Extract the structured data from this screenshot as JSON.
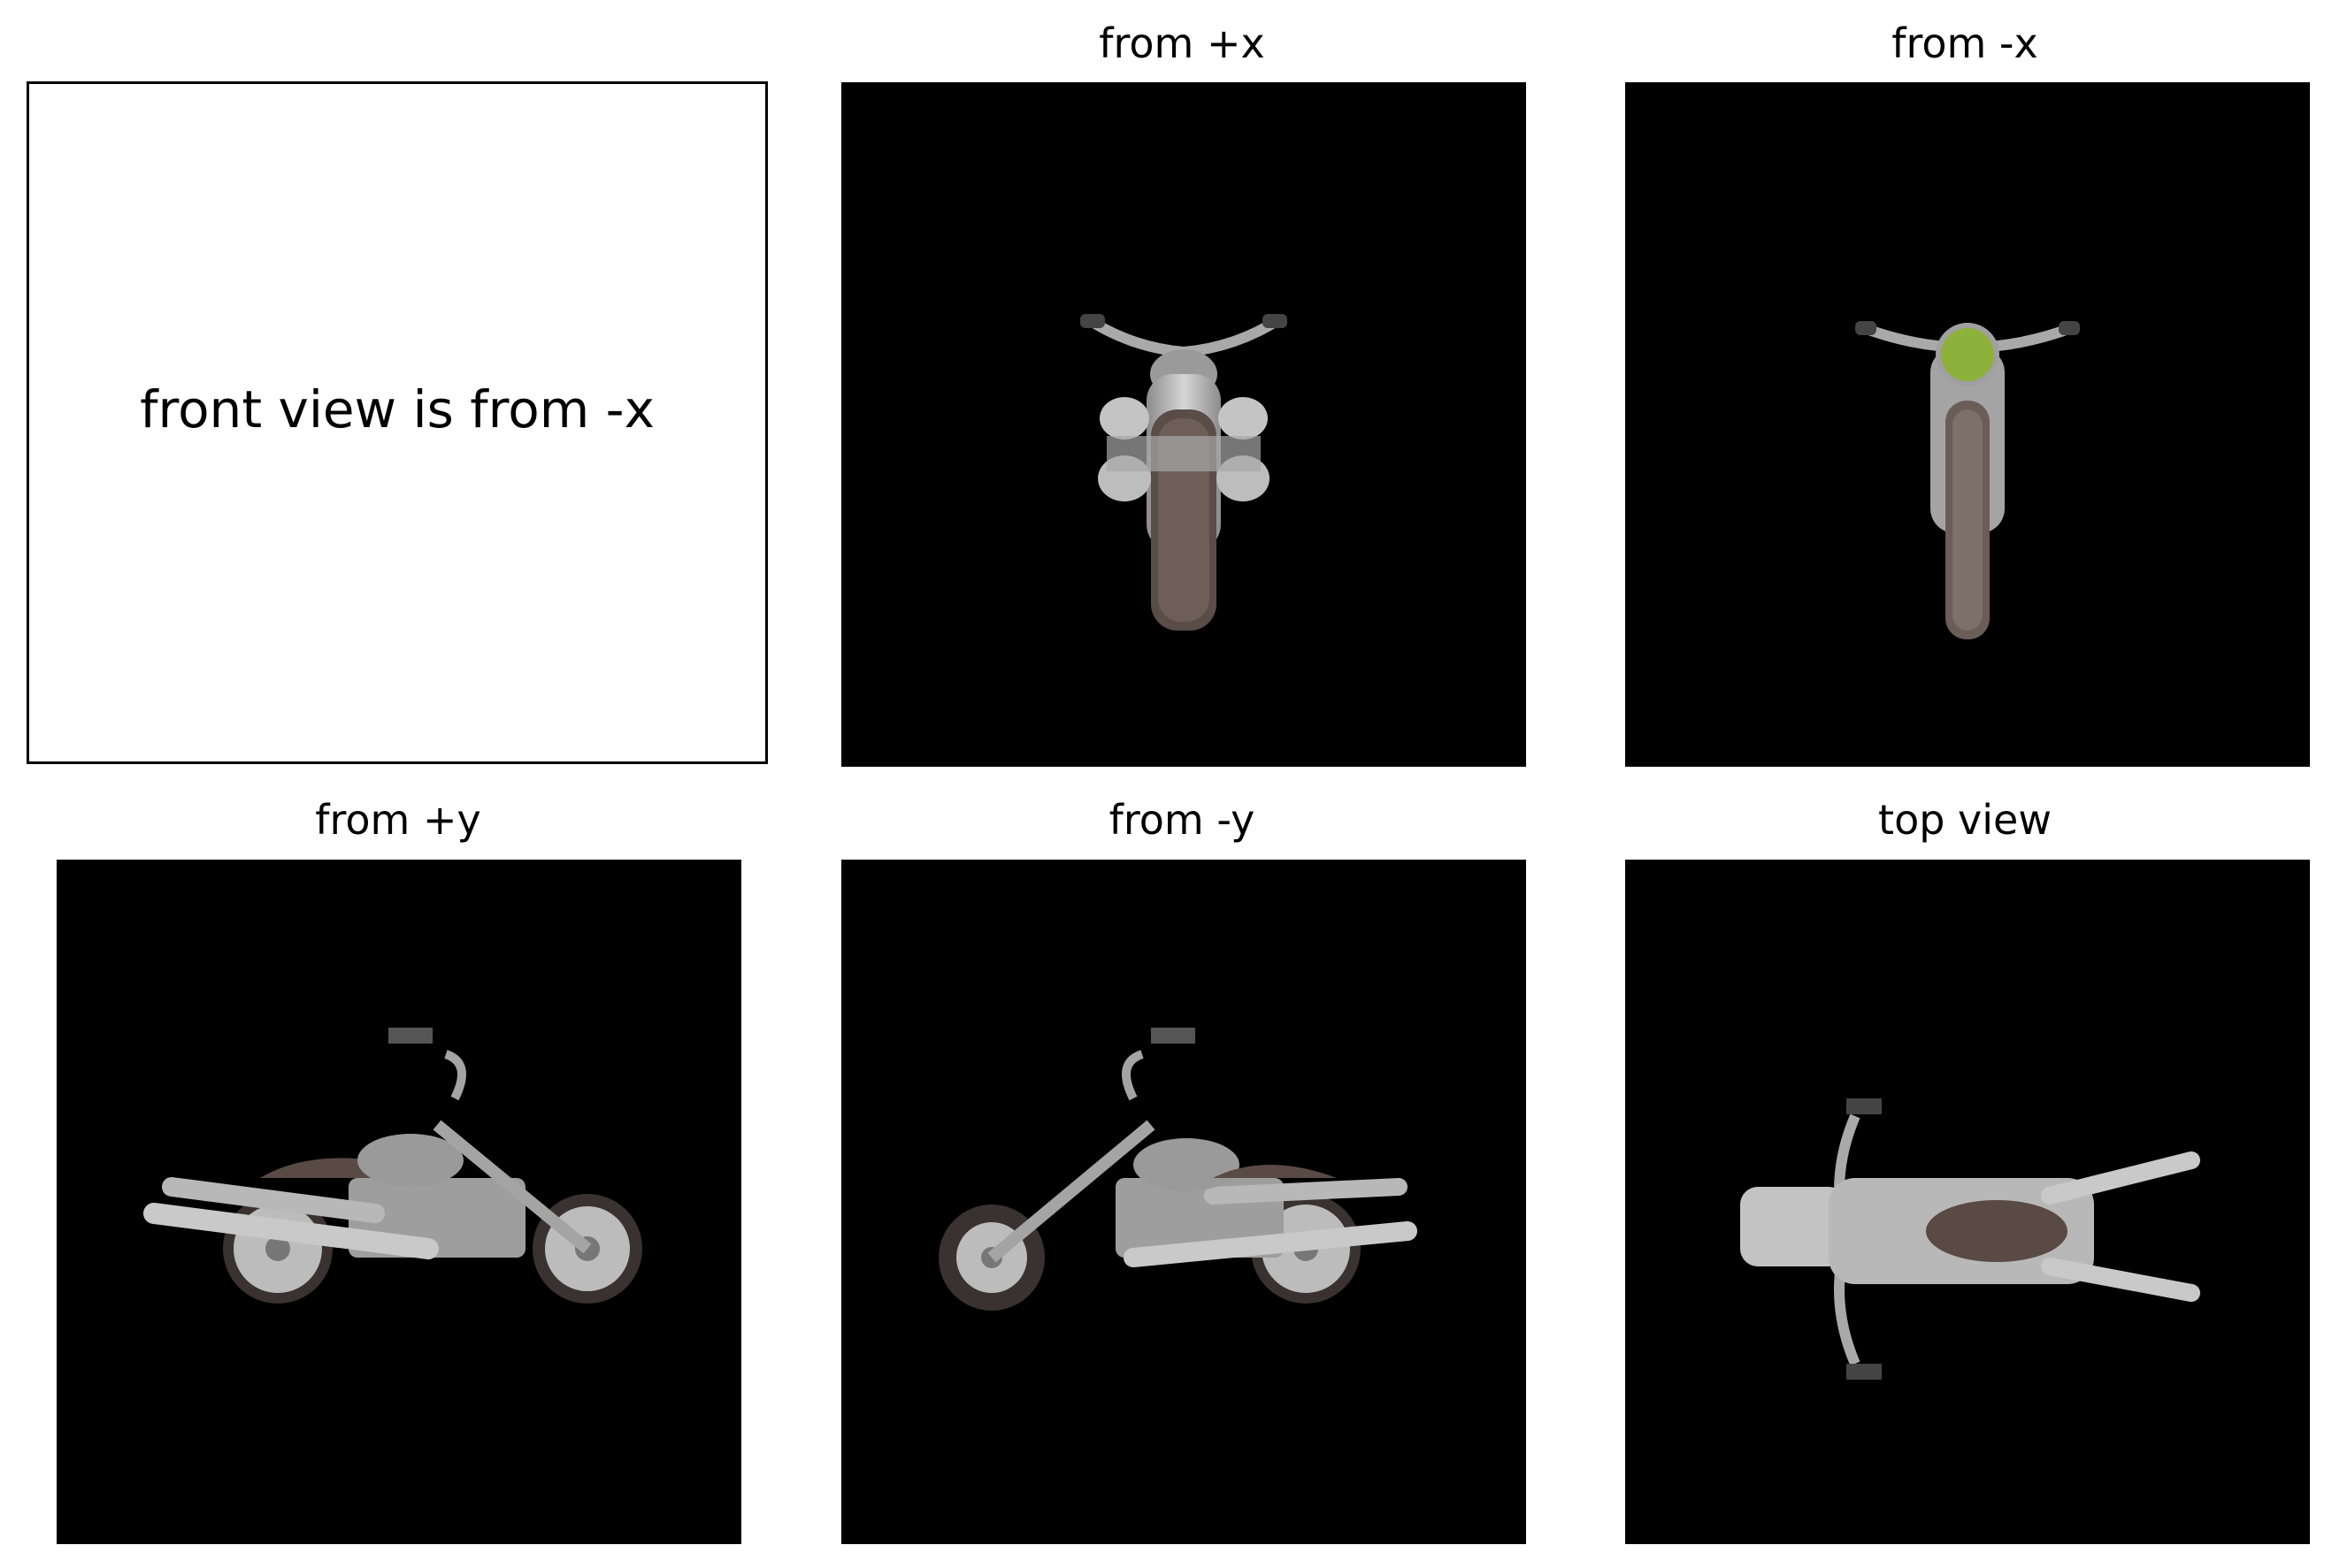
{
  "front_note": "front view is from -x",
  "panels": [
    {
      "title": "from +x",
      "view": "back of motorcycle (rear wheel, exhausts, handlebars)"
    },
    {
      "title": "from -x",
      "view": "front of motorcycle (headlight, handlebars)"
    },
    {
      "title": "from +y",
      "view": "left side profile, front facing right"
    },
    {
      "title": "from -y",
      "view": "right side profile, front facing left"
    },
    {
      "title": "top view",
      "view": "overhead, handlebars on left"
    }
  ],
  "colors": {
    "background": "#000000",
    "metal": "#b9b9b9",
    "rubber": "#4a3f3a",
    "headlight": "#8db13a"
  }
}
